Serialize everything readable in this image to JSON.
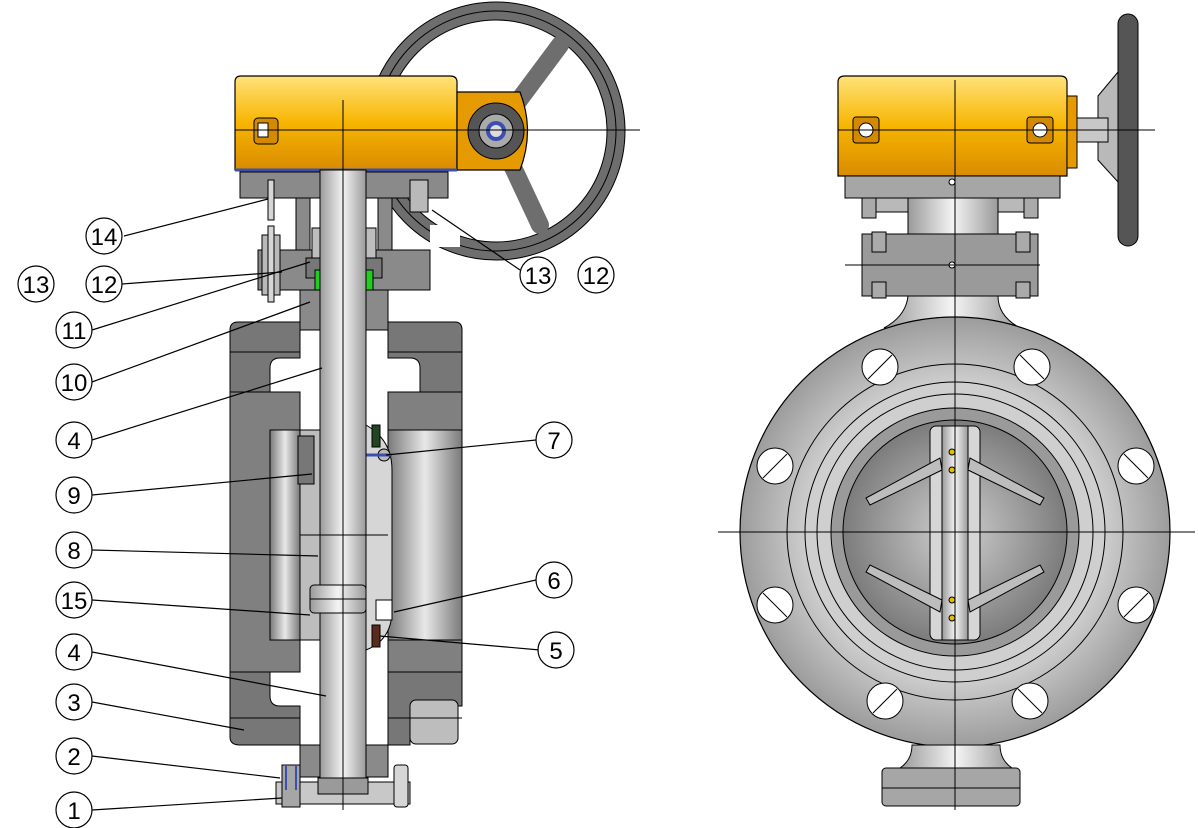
{
  "callouts_left": [
    {
      "label": "14"
    },
    {
      "label": "13"
    },
    {
      "label": "12"
    },
    {
      "label": "11"
    },
    {
      "label": "10"
    },
    {
      "label": "4"
    },
    {
      "label": "9"
    },
    {
      "label": "8"
    },
    {
      "label": "15"
    },
    {
      "label": "4"
    },
    {
      "label": "3"
    },
    {
      "label": "2"
    },
    {
      "label": "1"
    }
  ],
  "callouts_right": [
    {
      "label": "13"
    },
    {
      "label": "12"
    },
    {
      "label": "7"
    },
    {
      "label": "6"
    },
    {
      "label": "5"
    }
  ],
  "colors": {
    "gear_housing": "#f2a800",
    "gear_highlight": "#ffe066",
    "body_gray": "#8a8a8a",
    "body_dark": "#5a5a5a",
    "metal_light": "#d6d6d6",
    "packing_green": "#22cc22",
    "line": "#000000"
  }
}
